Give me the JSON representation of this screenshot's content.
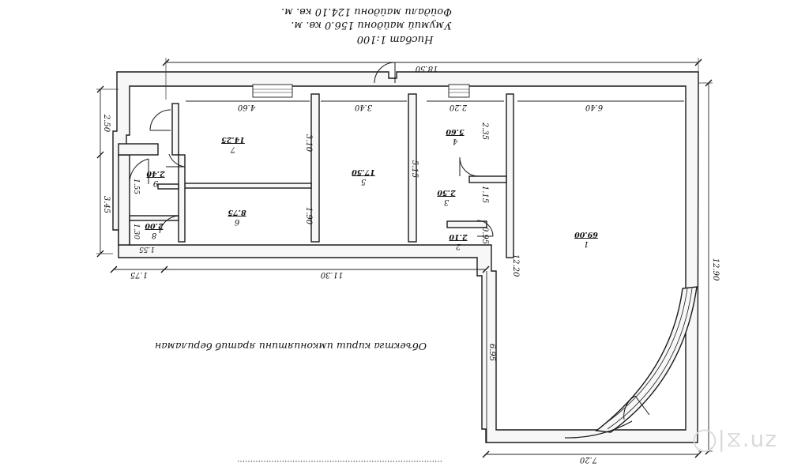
{
  "sheet": {
    "title": "Нисбат 1:100",
    "total_area": "Умумий майдони 156.0 кв. м.",
    "usable_area": "Фойдали майдони 124.10 кв. м.",
    "caption": "Объектга кириш имкониятини яратиб бериламан",
    "bottom_note": "……………………………………………………………………"
  },
  "rooms": [
    {
      "number": "1",
      "area": "69.00"
    },
    {
      "number": "2",
      "area": "2.10"
    },
    {
      "number": "3",
      "area": "2.50"
    },
    {
      "number": "4",
      "area": "5.60"
    },
    {
      "number": "5",
      "area": "17.50"
    },
    {
      "number": "6",
      "area": "8.75"
    },
    {
      "number": "7",
      "area": "14.25"
    },
    {
      "number": "8",
      "area": "2.00"
    },
    {
      "number": "9",
      "area": "2.40"
    }
  ],
  "dimensions": {
    "overall_width": "18.50",
    "overall_height": "12.90",
    "wing_bottom_width": "7.20",
    "room1_width": "6.40",
    "room1_height": "12.20",
    "room4_width": "2.20",
    "room4_height": "2.35",
    "room3_height": "1.15",
    "room2_height": "0.95",
    "room5_width": "3.40",
    "room5_height": "5.15",
    "room7_width": "4.60",
    "room7_height": "3.10",
    "room6_height": "1.90",
    "corridor_length": "11.30",
    "stair_offset": "1.75",
    "left_top": "2.50",
    "left_bottom": "3.45",
    "room9_height": "1.55",
    "room8_height": "1.30",
    "room8_width": "1.55",
    "wing_height": "6.95"
  },
  "watermark": "◯|⧖.uz"
}
